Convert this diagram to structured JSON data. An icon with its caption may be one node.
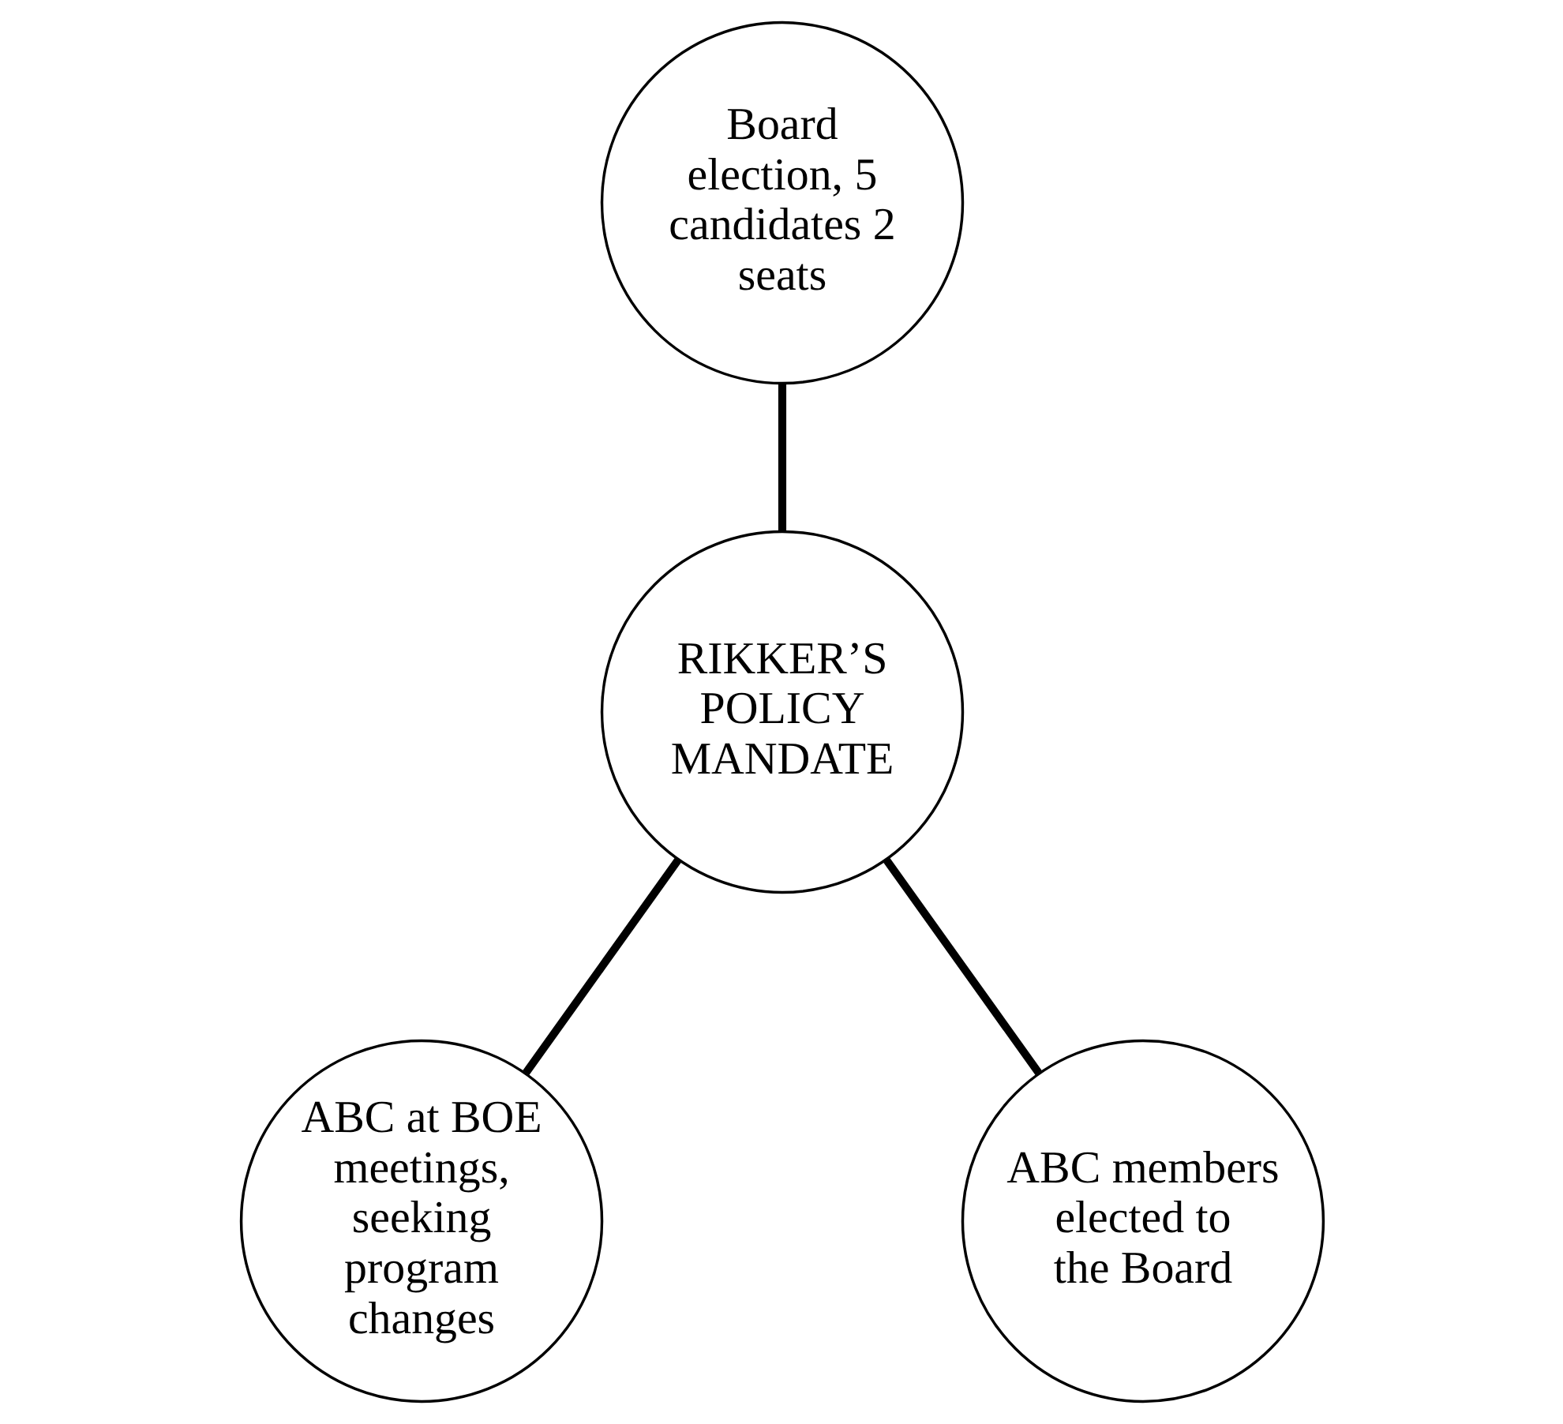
{
  "diagram": {
    "nodes": [
      {
        "text": [
          "Board election, 5 candidates 2 seats"
        ]
      },
      {
        "text": [
          "RIKKER’S POLICY MANDATE"
        ]
      },
      {
        "text": [
          "ABC at BOE meetings, seeking program changes"
        ]
      },
      {
        "text": [
          "ABC members elected to the Board"
        ]
      }
    ],
    "edges": [
      {
        "from": 0,
        "to": 1,
        "arrow": "none"
      },
      {
        "from": 1,
        "to": 2,
        "arrow": "none"
      },
      {
        "from": 1,
        "to": 3,
        "arrow": "none"
      }
    ]
  }
}
